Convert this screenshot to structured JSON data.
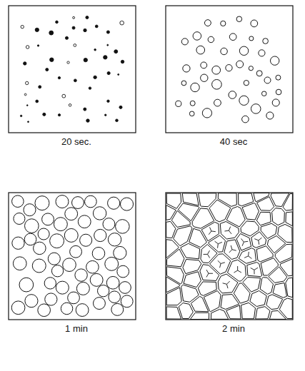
{
  "diagram": {
    "labels": [
      "20 sec.",
      "40 sec",
      "1 min",
      "2 min"
    ]
  }
}
